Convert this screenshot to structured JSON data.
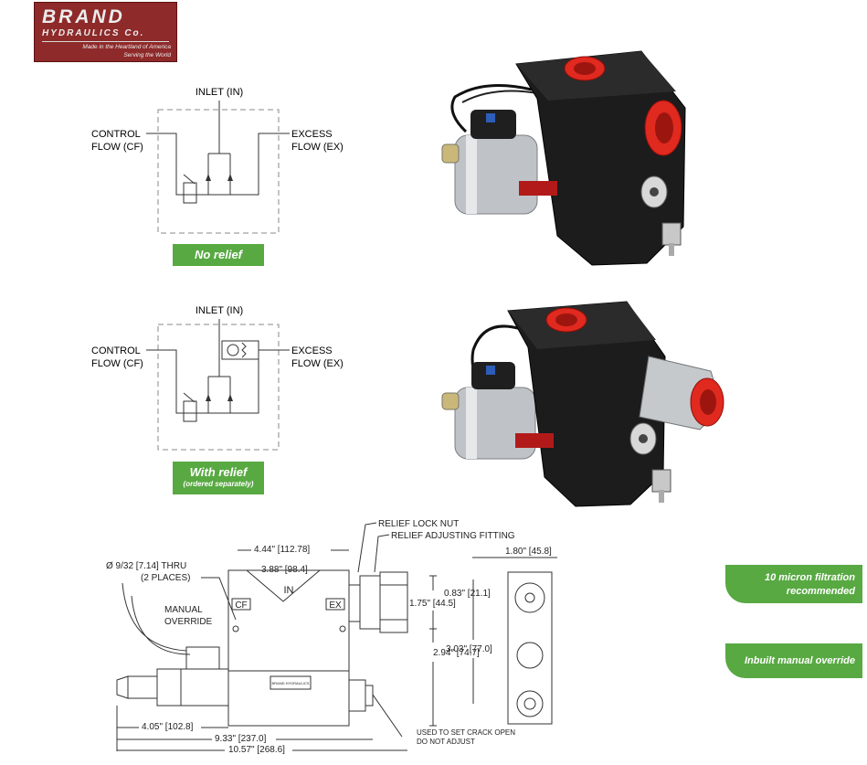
{
  "logo": {
    "word1": "BRAND",
    "word2": "HYDRAULICS Co.",
    "tagline1": "Made in the Heartland of America",
    "tagline2": "Serving the World"
  },
  "schematic1": {
    "inlet": "INLET (IN)",
    "control1": "CONTROL",
    "control2": "FLOW (CF)",
    "excess1": "EXCESS",
    "excess2": "FLOW (EX)",
    "badge": "No relief"
  },
  "schematic2": {
    "inlet": "INLET (IN)",
    "control1": "CONTROL",
    "control2": "FLOW (CF)",
    "excess1": "EXCESS",
    "excess2": "FLOW (EX)",
    "badge": "With relief",
    "badge_sub": "(ordered separately)"
  },
  "drawing": {
    "lock_nut": "RELIEF LOCK NUT",
    "adjusting": "RELIEF ADJUSTING FITTING",
    "dim_width": "1.80\" [45.8]",
    "dim_444": "4.44\" [112.78]",
    "dim_388": "3.88\" [98.4]",
    "hole1": "Ø 9/32  [7.14] THRU",
    "hole2": "(2 PLACES)",
    "manual1": "MANUAL",
    "manual2": "OVERRIDE",
    "port_in": "IN",
    "port_cf": "CF",
    "port_ex": "EX",
    "dim_083": "0.83\" [21.1]",
    "dim_175": "1.75\" [44.5]",
    "dim_303": "3.03\" [77.0]",
    "dim_294": "2.94\" [74.7]",
    "dim_405": "4.05\" [102.8]",
    "dim_933": "9.33\" [237.0]",
    "dim_1057": "10.57\" [268.6]",
    "note1": "USED TO SET CRACK OPEN",
    "note2": "DO NOT ADJUST",
    "plate": "BRAND HYDRAULICS"
  },
  "features": {
    "filtration1": "10 micron filtration",
    "filtration2": "recommended",
    "override": "Inbuilt manual override"
  },
  "colors": {
    "green": "#58a942",
    "logo_red": "#8e2a2a",
    "valve_black": "#1c1c1c",
    "port_red": "#e0291f"
  }
}
